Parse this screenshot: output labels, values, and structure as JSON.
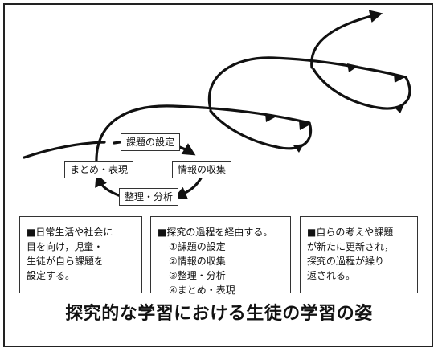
{
  "steps": {
    "s1": "課題の設定",
    "s2": "情報の収集",
    "s3": "整理・分析",
    "s4": "まとめ・表現"
  },
  "notes": {
    "note1": {
      "lines": [
        "■日常生活や社会に",
        "目を向け，児童・",
        "生徒が自ら課題を",
        "設定する。"
      ]
    },
    "note2": {
      "lead": "■探究の過程を経由する。",
      "items": [
        "①課題の設定",
        "②情報の収集",
        "③整理・分析",
        "④まとめ・表現"
      ]
    },
    "note3": {
      "lines": [
        "■自らの考えや課題",
        "が新たに更新され，",
        "探究の過程が繰り",
        "返される。"
      ]
    }
  },
  "caption": "探究的な学習における生徒の学習の姿",
  "colors": {
    "ink": "#111111",
    "border": "#333333"
  }
}
